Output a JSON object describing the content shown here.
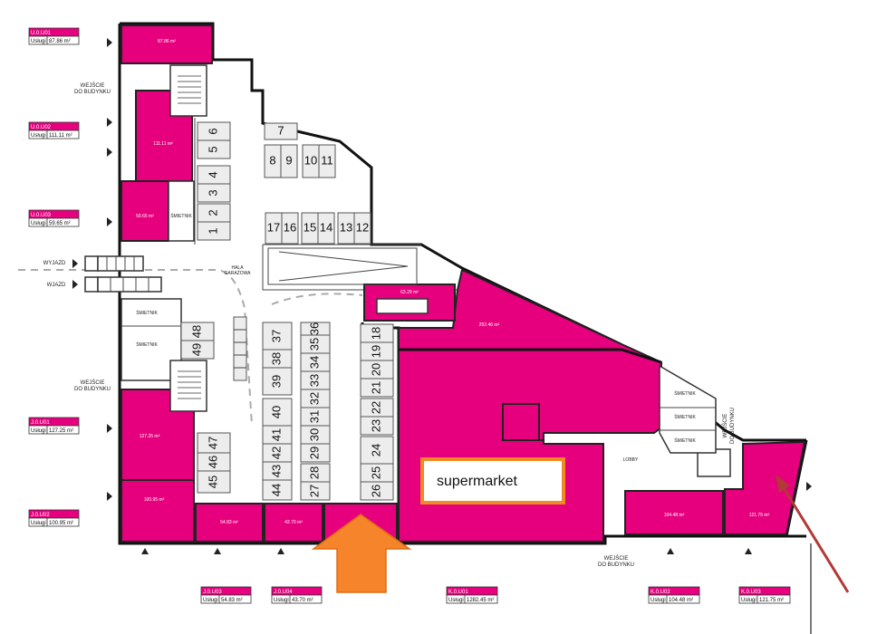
{
  "parking_spots": [
    "1",
    "2",
    "3",
    "4",
    "5",
    "6",
    "7",
    "8",
    "9",
    "10",
    "11",
    "12",
    "13",
    "14",
    "15",
    "16",
    "17",
    "18",
    "19",
    "20",
    "21",
    "22",
    "23",
    "24",
    "25",
    "26",
    "27",
    "28",
    "29",
    "30",
    "31",
    "32",
    "33",
    "34",
    "35",
    "36",
    "37",
    "38",
    "39",
    "40",
    "41",
    "42",
    "43",
    "44",
    "45",
    "46",
    "47",
    "48",
    "49"
  ],
  "units": [
    {
      "code": "U.0.U01",
      "label": "Usługi",
      "area": "87.86 m²"
    },
    {
      "code": "U.0.U02",
      "label": "Usługi",
      "area": "111.11 m²"
    },
    {
      "code": "U.0.U03",
      "label": "Usługi",
      "area": "59.65 m²"
    },
    {
      "code": "J.0.U01",
      "label": "Usługi",
      "area": "127.25 m²"
    },
    {
      "code": "J.0.U02",
      "label": "Usługi",
      "area": "100.95 m²"
    },
    {
      "code": "J.0.U03",
      "label": "Usługi",
      "area": "54.83 m²"
    },
    {
      "code": "J.0.U04",
      "label": "Usługi",
      "area": "43.70 m²"
    },
    {
      "code": "K.0.U01",
      "label": "Usługi",
      "area": "1282.45 m²"
    },
    {
      "code": "K.0.U02",
      "label": "Usługi",
      "area": "104.48 m²"
    },
    {
      "code": "K.0.U03",
      "label": "Usługi",
      "area": "121.75 m²"
    }
  ],
  "room_areas": {
    "u01": "87.86 m²",
    "u02": "111.11 m²",
    "u03": "59.65 m²",
    "j01": "127.25 m²",
    "j02": "100.95 m²",
    "j03": "54.83 m²",
    "j04": "43.70 m²",
    "k_top": "292.46 m²",
    "k_small": "63.29 m²",
    "k02": "104.48 m²",
    "k03": "121.75 m²"
  },
  "labels": {
    "entrance_1": "WEJŚCIE",
    "entrance_1b": "DO BUDYNKU",
    "entrance_2": "WEJŚCIE",
    "entrance_2b": "DO BUDYNKU",
    "entrance_3": "WEJŚCIE",
    "entrance_3b": "DO BUDYNKU",
    "entrance_4": "WEJŚCIE",
    "entrance_4b": "DO BUDYNKU",
    "exit": "WYJAZD",
    "drive_in": "WJAZD",
    "garage_hall": "HALA",
    "garage_hall_b": "GARAŻOWA",
    "trash": "ŚMIETNIK",
    "lobby": "LOBBY",
    "supermarket": "supermarket"
  },
  "colors": {
    "unit": "#e6007e",
    "highlight_border": "#f08a24",
    "arrow_orange": "#f5842b",
    "arrow_red": "#b23a36"
  }
}
